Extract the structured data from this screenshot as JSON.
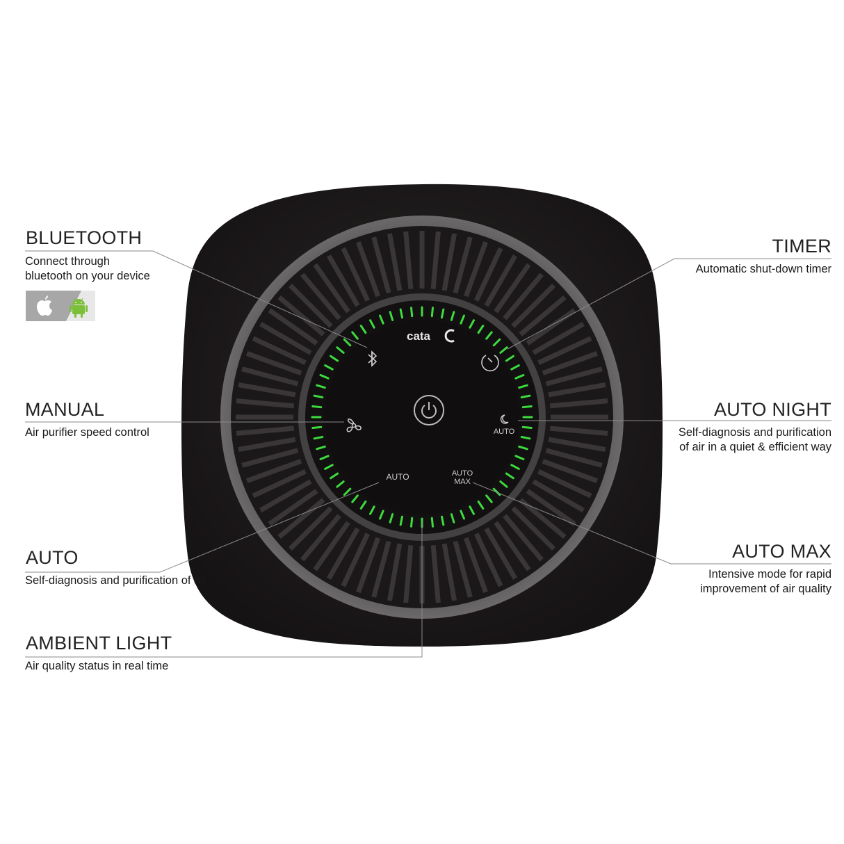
{
  "brand": {
    "logo_text": "cata"
  },
  "panel": {
    "auto_label": "AUTO",
    "auto_max_label_line1": "AUTO",
    "auto_max_label_line2": "MAX",
    "night_label": "AUTO",
    "icons": {
      "bluetooth": "bluetooth-icon",
      "timer": "timer-icon",
      "power": "power-icon",
      "fan": "fan-icon",
      "moon": "moon-icon"
    },
    "ring_color": "#3ddc3d",
    "body_color": "#1e1b1c"
  },
  "features": {
    "bluetooth": {
      "title": "BLUETOOTH",
      "desc_line1": "Connect through",
      "desc_line2": "bluetooth on your device",
      "os_icons": [
        "apple-icon",
        "android-icon"
      ]
    },
    "timer": {
      "title": "TIMER",
      "desc": "Automatic shut-down timer"
    },
    "manual": {
      "title": "MANUAL",
      "desc": "Air purifier speed control"
    },
    "auto_night": {
      "title": "AUTO NIGHT",
      "desc_line1": "Self-diagnosis and purification",
      "desc_line2": "of air in a quiet & efficient way"
    },
    "auto": {
      "title": "AUTO",
      "desc": "Self-diagnosis and purification of air"
    },
    "auto_max": {
      "title": "AUTO MAX",
      "desc_line1": "Intensive mode for rapid",
      "desc_line2": "improvement of air quality"
    },
    "ambient_light": {
      "title": "AMBIENT LIGHT",
      "desc": "Air quality status in real time"
    }
  }
}
